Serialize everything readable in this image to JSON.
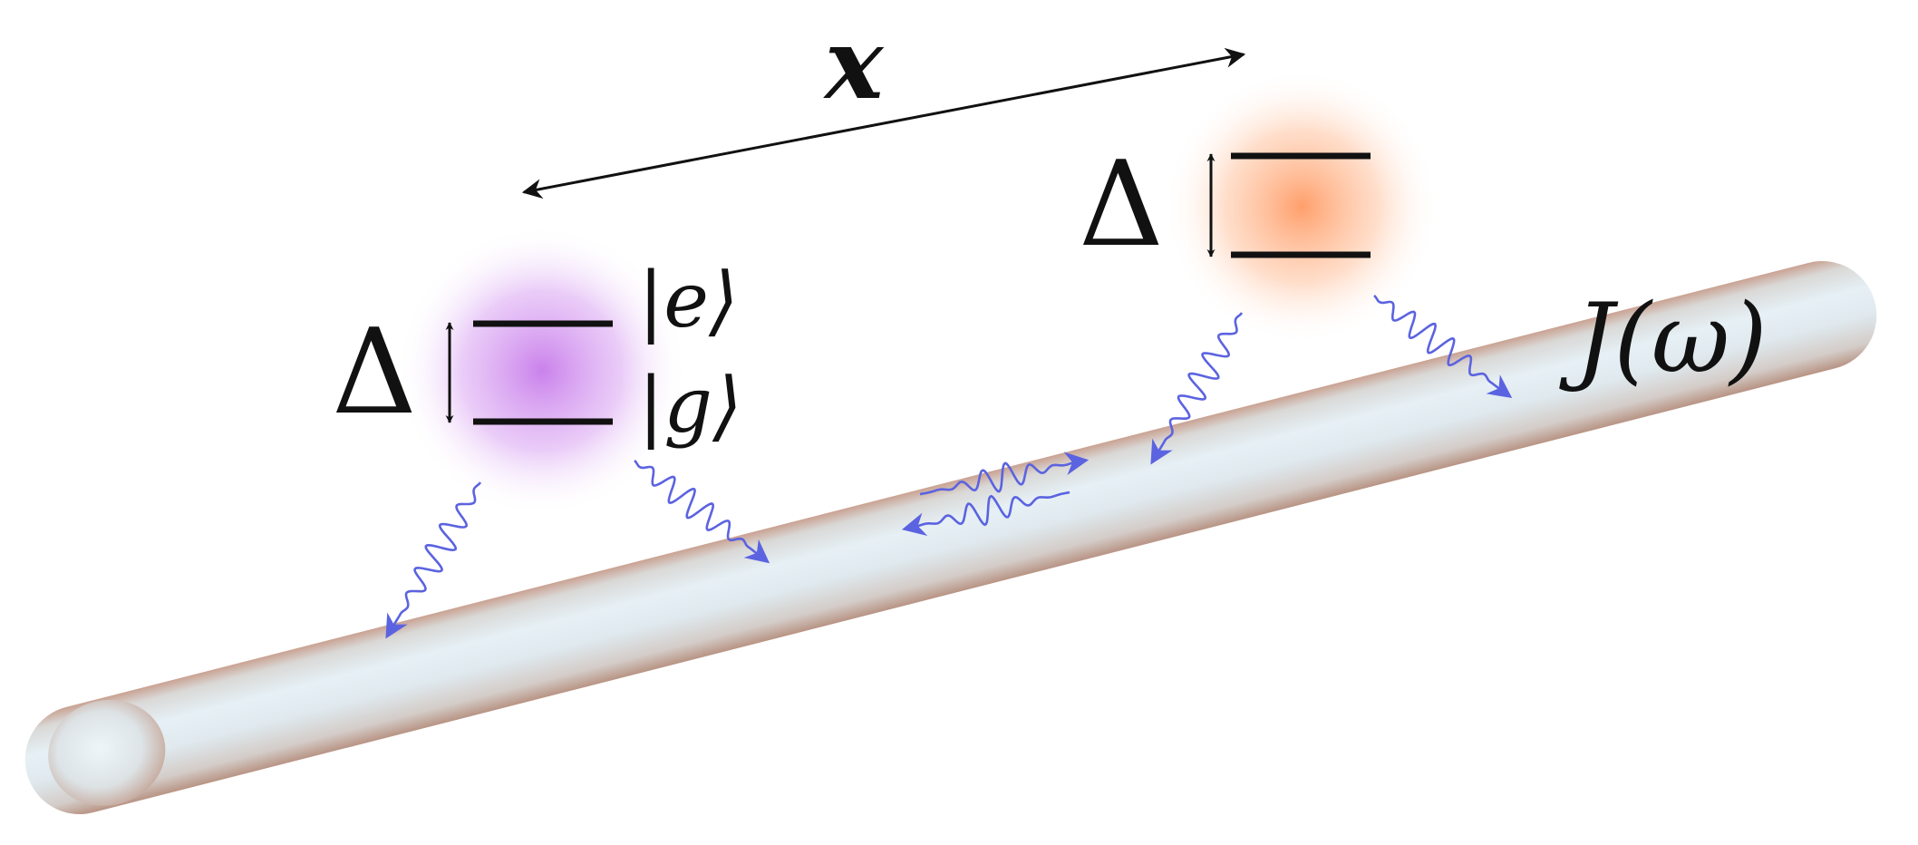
{
  "labels": {
    "separation": "x",
    "gap_left": "Δ",
    "gap_right": "Δ",
    "bath": "J(ω)",
    "ket_excited": "|e⟩",
    "ket_ground": "|g⟩"
  },
  "colors": {
    "atom_left": "#c77bea",
    "atom_right": "#ffa472",
    "photon": "#5b63e0",
    "waveguide_core": "#e4eef4",
    "waveguide_rim": "#c7a090",
    "ink": "#111111"
  }
}
